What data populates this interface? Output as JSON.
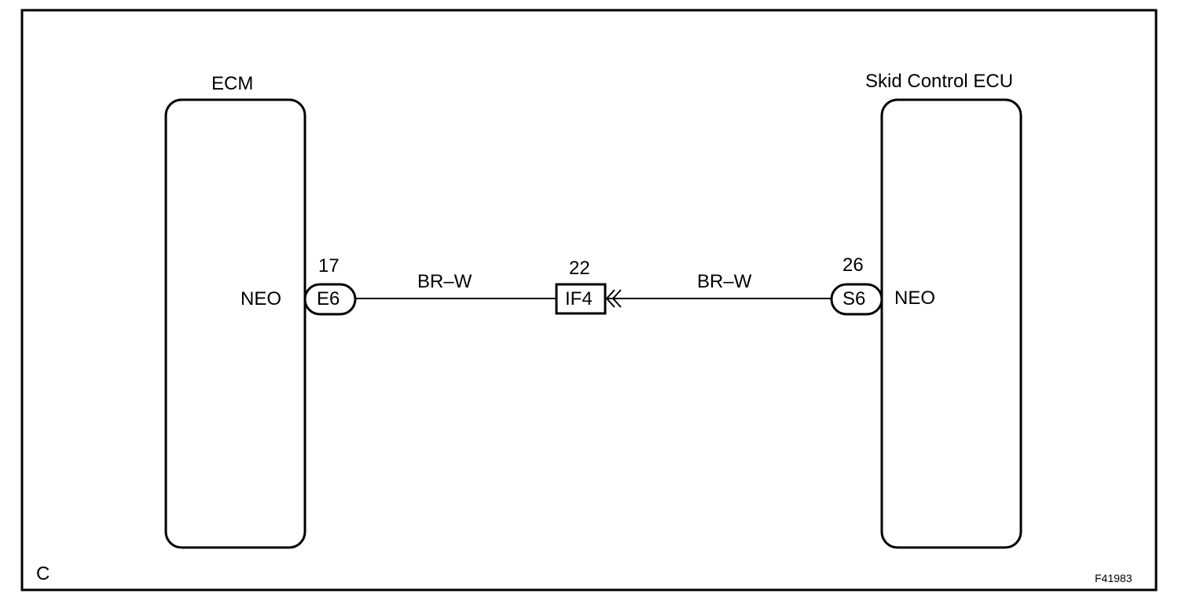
{
  "ecm": {
    "title": "ECM",
    "terminal_name": "NEO",
    "connector": "E6",
    "pin": "17"
  },
  "skid_ecu": {
    "title": "Skid Control ECU",
    "terminal_name": "NEO",
    "connector": "S6",
    "pin": "26"
  },
  "junction": {
    "connector": "IF4",
    "pin": "22"
  },
  "wires": {
    "left_color": "BR–W",
    "right_color": "BR–W"
  },
  "corner_labels": {
    "system_code": "C",
    "figure_id": "F41983"
  }
}
